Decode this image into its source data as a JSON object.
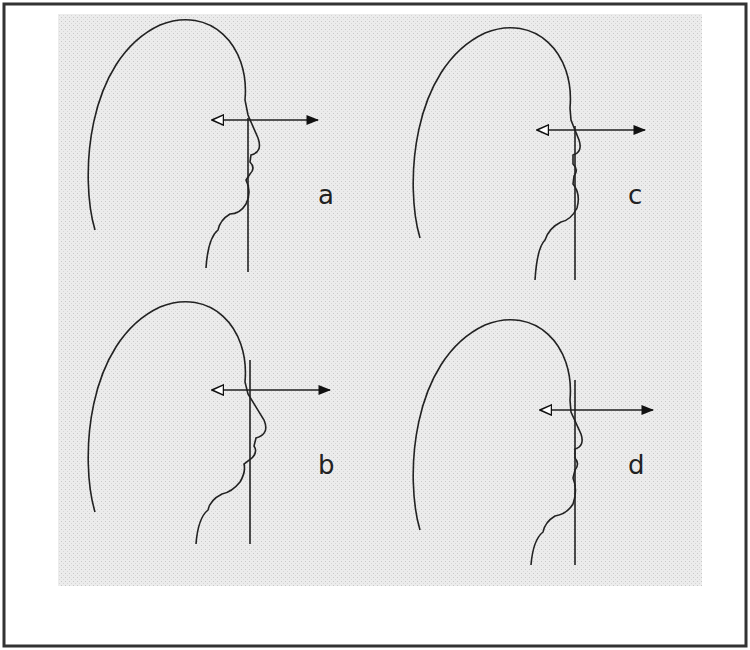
{
  "diagram": {
    "labels": [
      "a",
      "c",
      "b",
      "d"
    ]
  }
}
